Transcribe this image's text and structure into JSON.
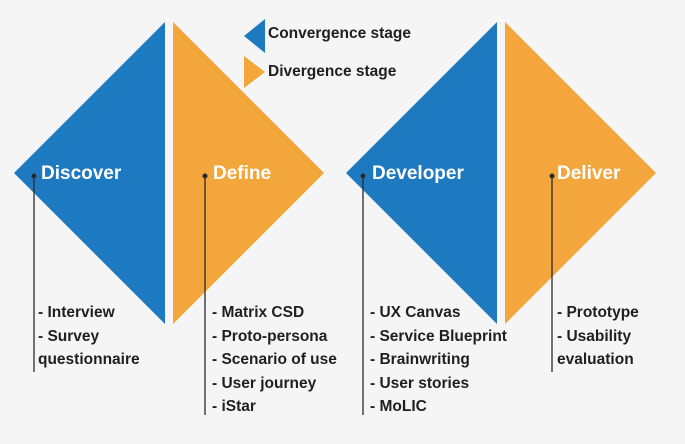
{
  "legend": [
    {
      "label": "Convergence stage",
      "color": "#1d79c0"
    },
    {
      "label": "Divergence stage",
      "color": "#f2a63b"
    }
  ],
  "stages": [
    {
      "label": "Discover",
      "color": "#1d79c0",
      "items": [
        "- Interview",
        "- Survey",
        "questionnaire"
      ]
    },
    {
      "label": "Define",
      "color": "#f2a63b",
      "items": [
        "- Matrix CSD",
        "- Proto-persona",
        "- Scenario of use",
        "- User journey",
        "- iStar"
      ]
    },
    {
      "label": "Developer",
      "color": "#1d79c0",
      "items": [
        "- UX Canvas",
        "- Service Blueprint",
        "- Brainwriting",
        "- User stories",
        "- MoLIC"
      ]
    },
    {
      "label": "Deliver",
      "color": "#f2a63b",
      "items": [
        "- Prototype",
        "- Usability",
        "evaluation"
      ]
    }
  ]
}
